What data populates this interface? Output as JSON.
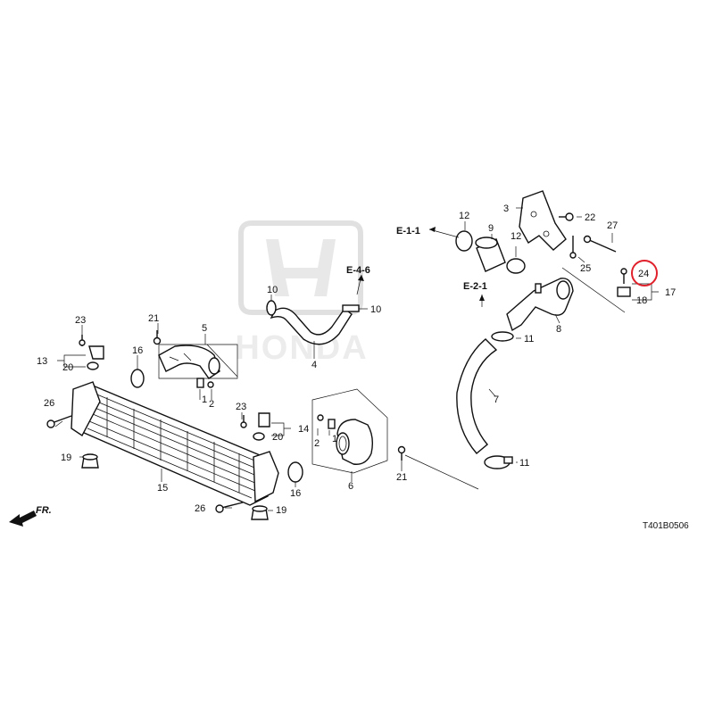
{
  "diagram": {
    "code": "T401B0506",
    "front_label": "FR.",
    "highlight_color": "#e0202a",
    "highlighted_callout": "24",
    "watermark": "HONDA",
    "references": [
      "E-1-1",
      "E-2-1",
      "E-4-6"
    ],
    "callouts": [
      "1",
      "2",
      "2",
      "3",
      "4",
      "5",
      "6",
      "7",
      "8",
      "9",
      "10",
      "10",
      "11",
      "11",
      "12",
      "12",
      "13",
      "14",
      "15",
      "16",
      "16",
      "17",
      "18",
      "19",
      "19",
      "20",
      "20",
      "21",
      "21",
      "22",
      "23",
      "23",
      "24",
      "25",
      "26",
      "26",
      "27"
    ]
  }
}
